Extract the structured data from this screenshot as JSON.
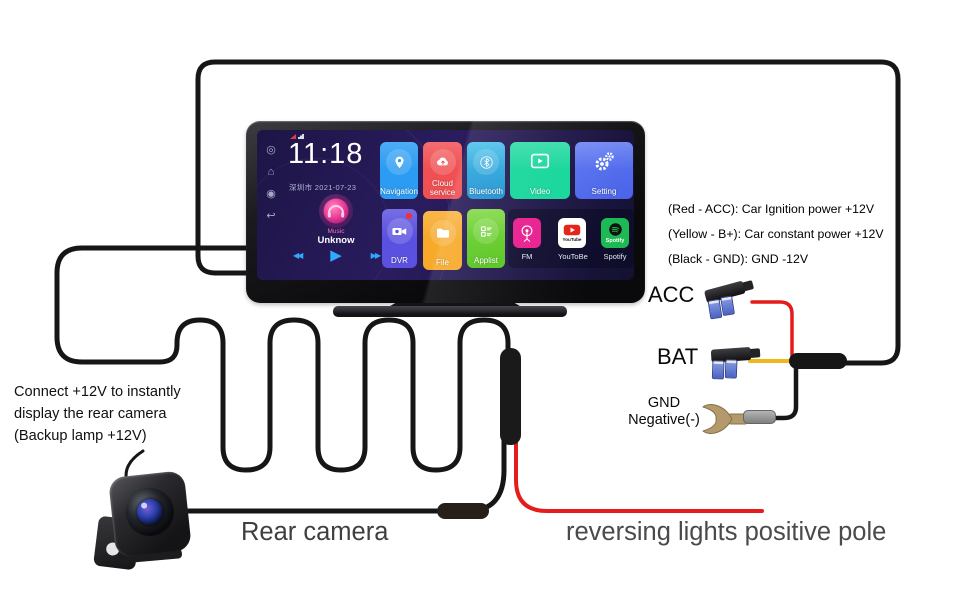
{
  "device_screen": {
    "clock_time": "11:18",
    "clock_city": "深圳市",
    "clock_date": "2021-07-23",
    "music_section": "Music",
    "music_track": "Unknow",
    "apps_row1": [
      {
        "label": "Navigation"
      },
      {
        "label": "Cloud service"
      },
      {
        "label": "Bluetooth"
      },
      {
        "label": "Video"
      },
      {
        "label": "Setting"
      }
    ],
    "apps_row2": [
      {
        "label": "DVR"
      },
      {
        "label": "File"
      },
      {
        "label": "Applist"
      }
    ],
    "apps_mini": [
      {
        "label": "FM"
      },
      {
        "label": "YouToBe",
        "tile_text": "YouTube"
      },
      {
        "label": "Spotify",
        "tile_text": "Spotify"
      }
    ],
    "playback": {
      "prev": "◀◀",
      "play": "▶",
      "next": "▶▶"
    }
  },
  "annotations": {
    "wire_legend": [
      "(Red - ACC): Car Ignition power +12V",
      "(Yellow - B+): Car constant power +12V",
      "(Black - GND): GND -12V"
    ],
    "acc_label": "ACC",
    "bat_label": "BAT",
    "gnd_label": "GND",
    "gnd_sub_label": "Negative(-)",
    "left_note_line1": "Connect +12V to instantly",
    "left_note_line2": "display the rear camera",
    "left_note_line3": "(Backup lamp +12V)",
    "rear_camera_label": "Rear camera",
    "reversing_label": "reversing lights positive pole"
  },
  "colors": {
    "wire_red": "#e51c1c",
    "wire_yellow": "#f0b719",
    "wire_black": "#161616",
    "nav_tile": "#2b9cf2",
    "cloud_tile": "#f05053",
    "bluetooth_tile": "#2fb7e6",
    "video_tile": "#16d79b",
    "setting_tile": "#4a63e8",
    "dvr_tile": "#5b51e0",
    "file_tile": "#f7a928",
    "applist_tile": "#55c41e",
    "fm_tile": "#e91e8f",
    "youtube_red": "#e62117",
    "spotify_green": "#1db954",
    "terminal_gold": "#b49a6a"
  }
}
